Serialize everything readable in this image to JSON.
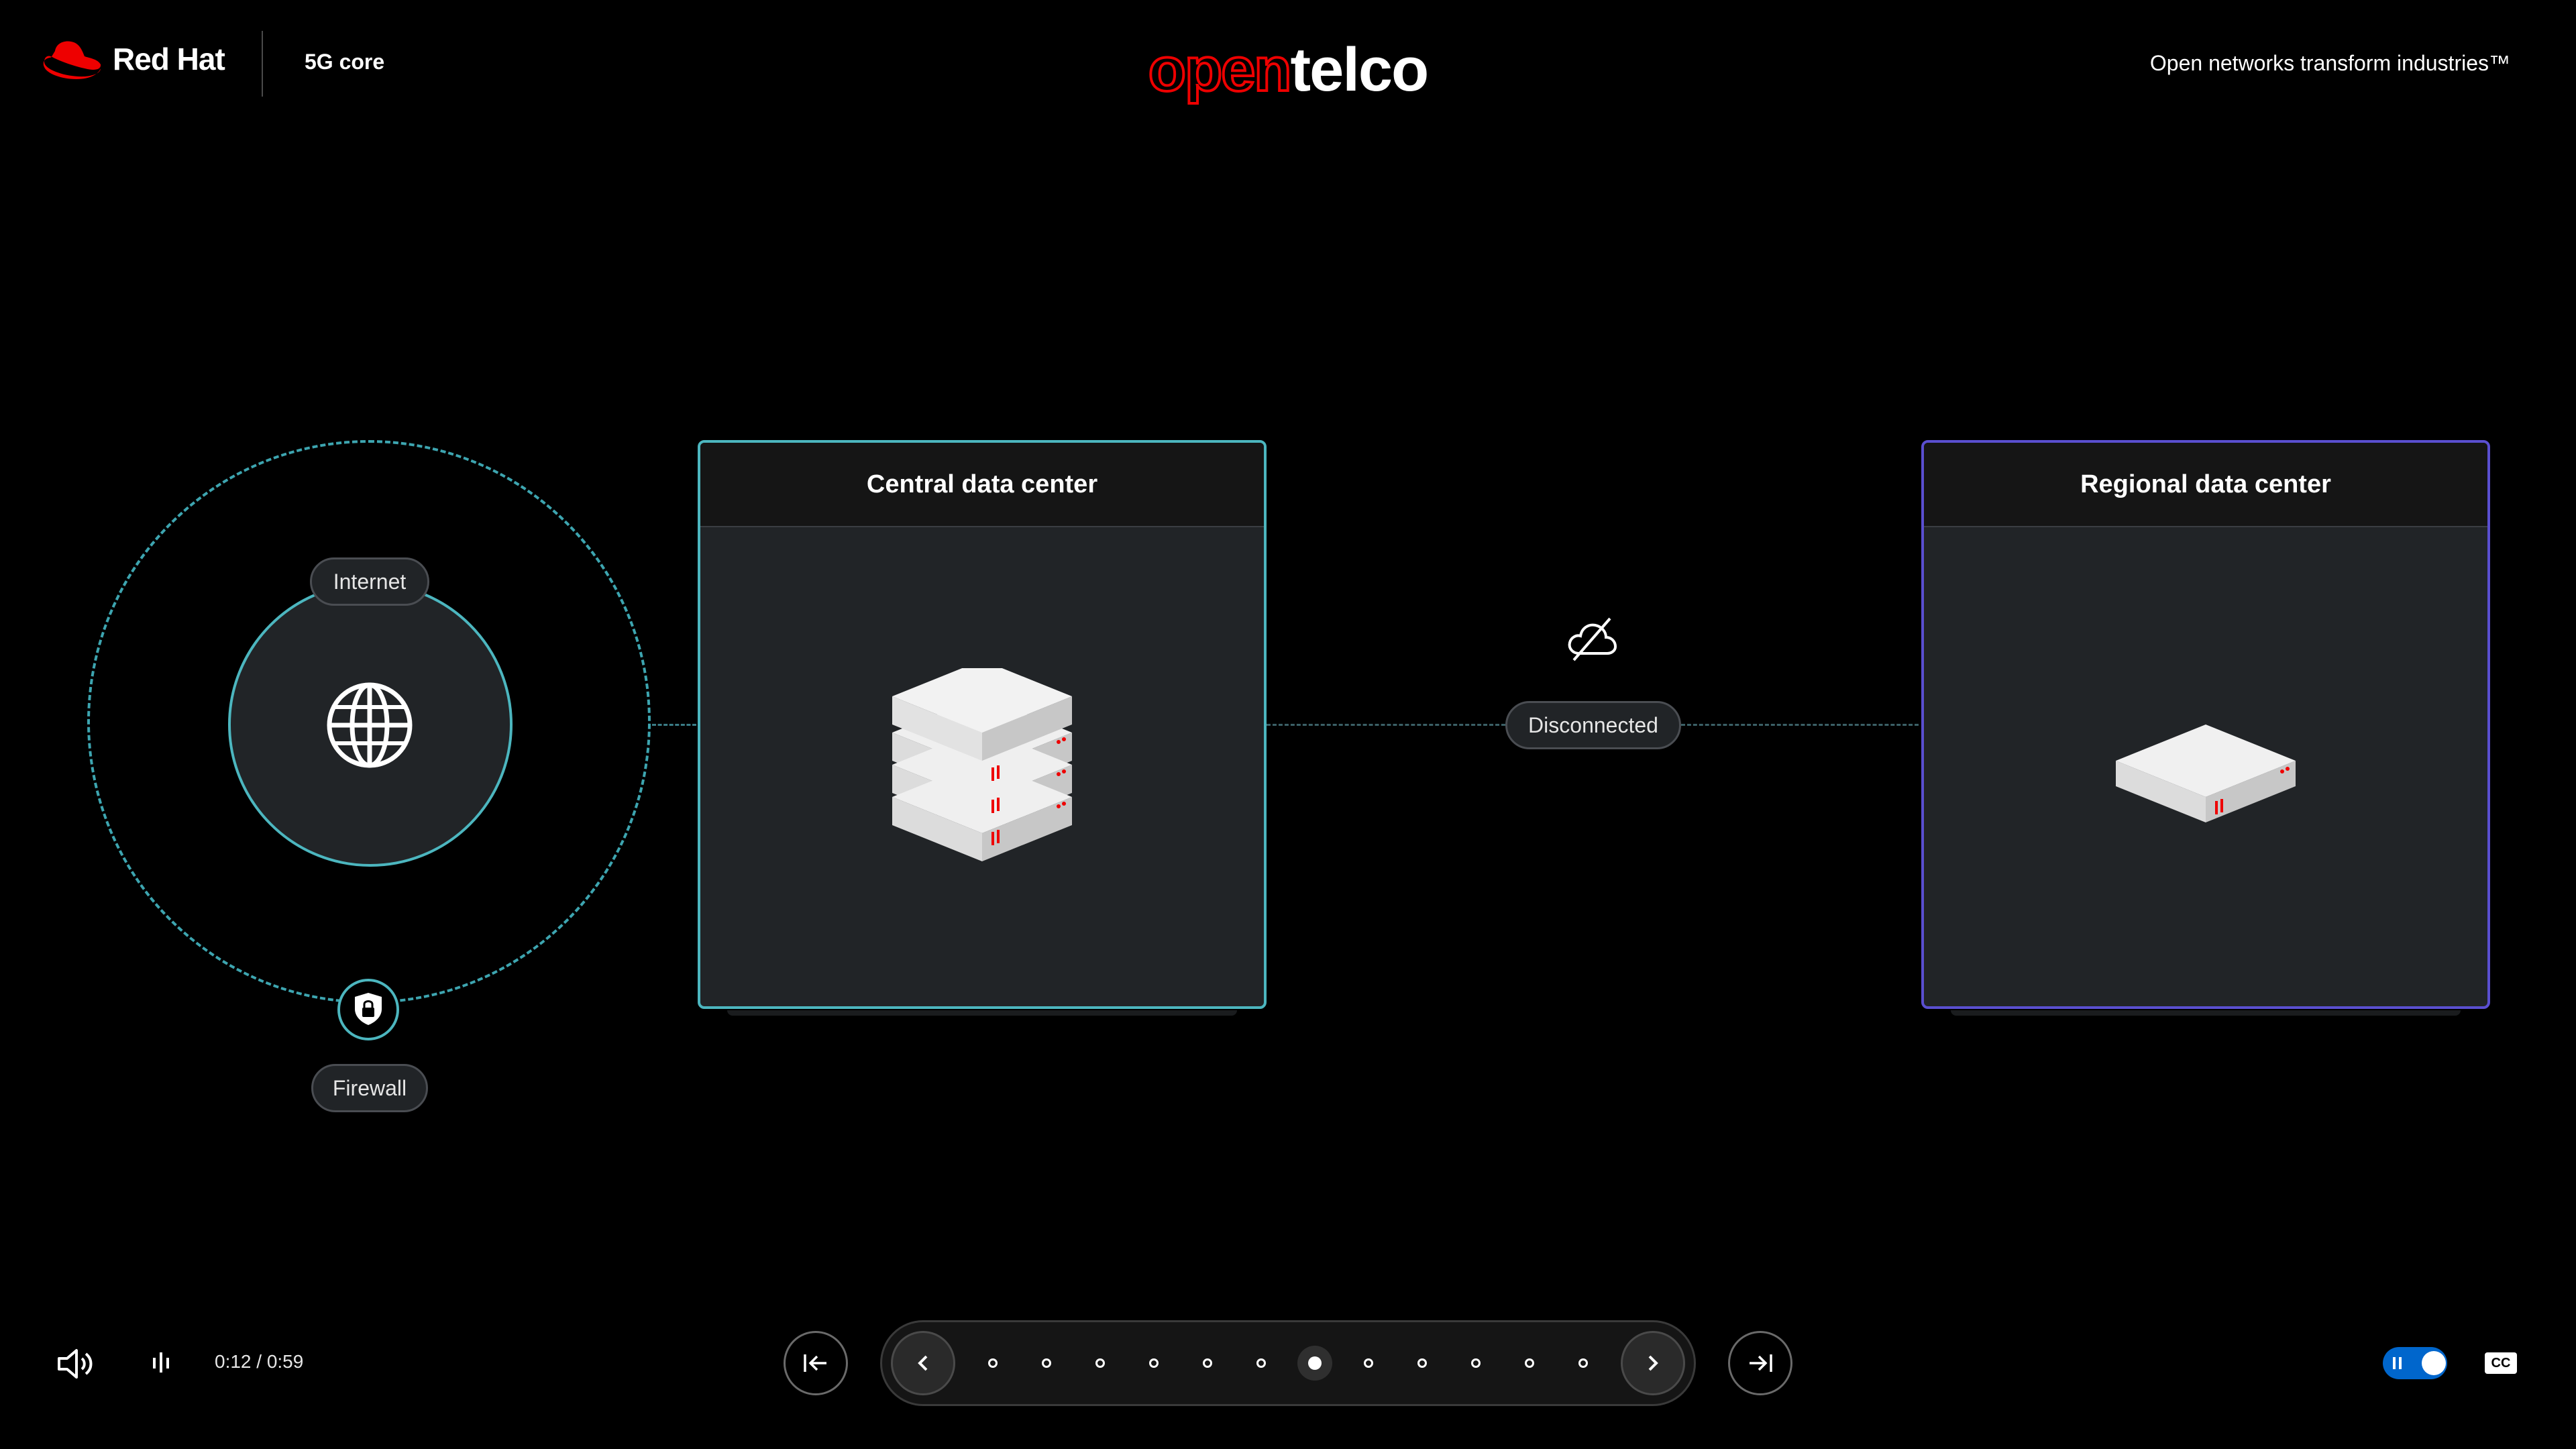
{
  "header": {
    "logo_text": "Red Hat",
    "product": "5G core",
    "brand_open": "open",
    "brand_telco": "telco",
    "tagline": "Open networks transform industries™"
  },
  "diagram": {
    "internet_label": "Internet",
    "firewall_label": "Firewall",
    "central_title": "Central data center",
    "regional_title": "Regional data center",
    "connection_status": "Disconnected"
  },
  "player": {
    "time": "0:12 / 0:59",
    "total_steps": 12,
    "active_step": 7,
    "cc_label": "CC",
    "autoplay_on": true
  },
  "colors": {
    "accent_teal": "#4cb6bf",
    "accent_purple": "#5a4fd0",
    "brand_red": "#ee0000",
    "toggle_blue": "#0066cc"
  }
}
